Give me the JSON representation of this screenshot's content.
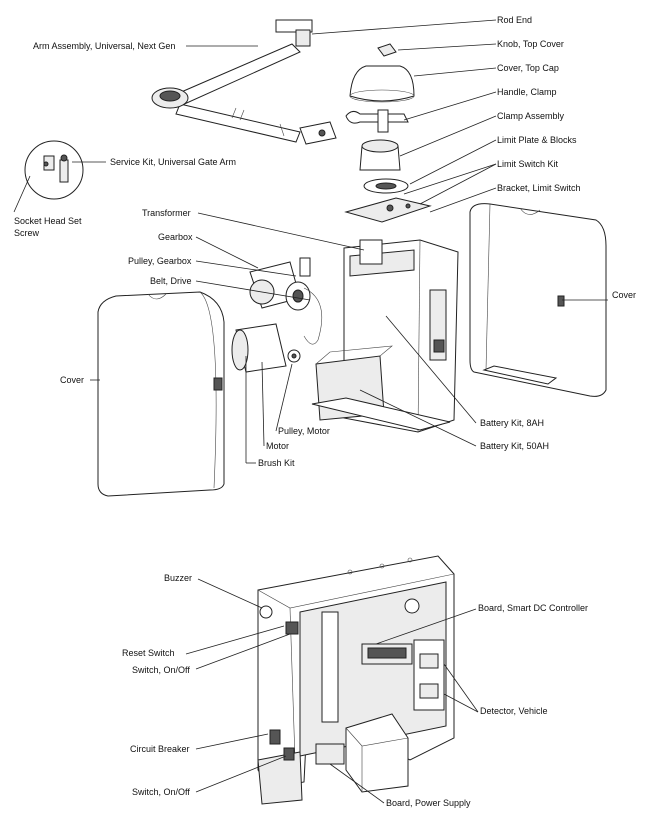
{
  "top_labels": {
    "rod_end": "Rod End",
    "arm_assembly": "Arm Assembly, Universal, Next Gen",
    "knob_top_cover": "Knob, Top Cover",
    "cover_top_cap": "Cover, Top Cap",
    "handle_clamp": "Handle, Clamp",
    "clamp_assembly": "Clamp Assembly",
    "limit_plate_blocks": "Limit Plate & Blocks",
    "limit_switch_kit": "Limit Switch Kit",
    "bracket_limit_switch": "Bracket, Limit Switch",
    "service_kit": "Service Kit, Universal Gate Arm",
    "socket_head_line1": "Socket Head Set",
    "socket_head_line2": "Screw",
    "transformer": "Transformer",
    "gearbox": "Gearbox",
    "pulley_gearbox": "Pulley, Gearbox",
    "belt_drive": "Belt, Drive",
    "cover_right": "Cover",
    "cover_left": "Cover",
    "battery_8ah": "Battery Kit, 8AH",
    "battery_50ah": "Battery Kit, 50AH",
    "pulley_motor": "Pulley, Motor",
    "motor": "Motor",
    "brush_kit": "Brush Kit"
  },
  "bottom_labels": {
    "buzzer": "Buzzer",
    "board_smart_dc": "Board, Smart DC Controller",
    "reset_switch": "Reset Switch",
    "switch_on_off_1": "Switch, On/Off",
    "detector_vehicle": "Detector, Vehicle",
    "circuit_breaker": "Circuit Breaker",
    "switch_on_off_2": "Switch, On/Off",
    "board_power_supply": "Board, Power Supply"
  }
}
